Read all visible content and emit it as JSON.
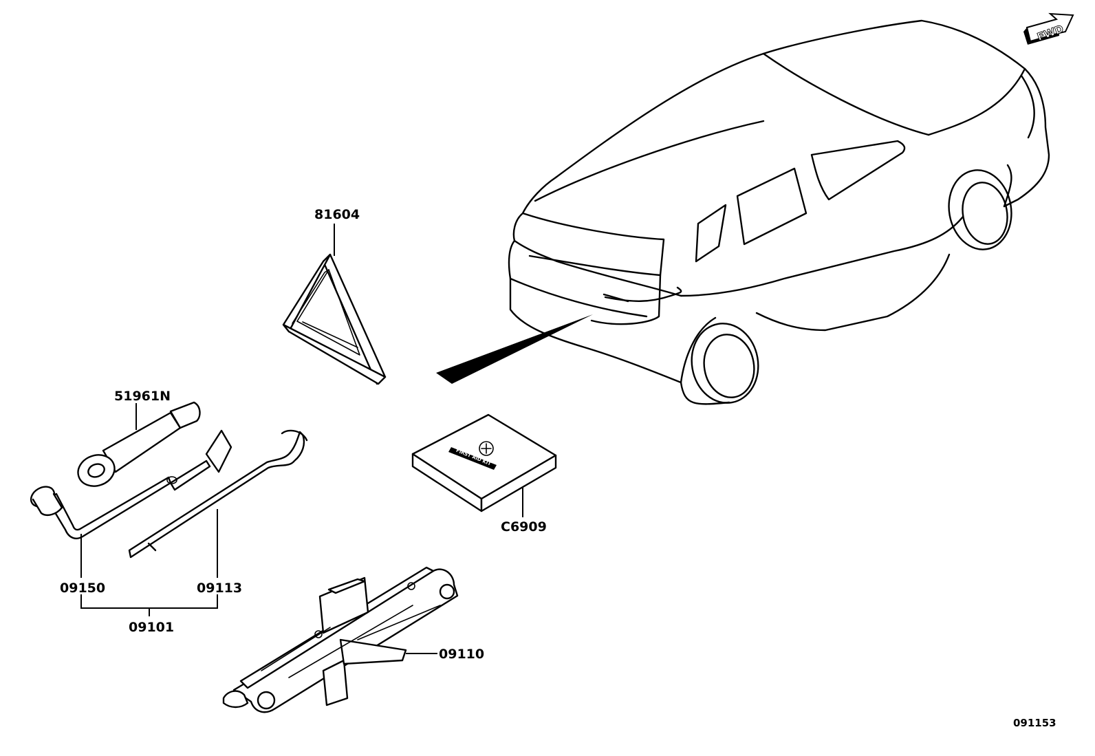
{
  "diagram": {
    "fwd_arrow_text": "FWD",
    "kit_box_text": "FIRST AID KIT",
    "reference_number": "091153",
    "parts": {
      "triangle": "81604",
      "wrench_handle": "51961N",
      "lug_wrench": "09150",
      "jack_handle": "09113",
      "tool_set": "09101",
      "first_aid_kit": "C6909",
      "jack": "09110"
    }
  }
}
